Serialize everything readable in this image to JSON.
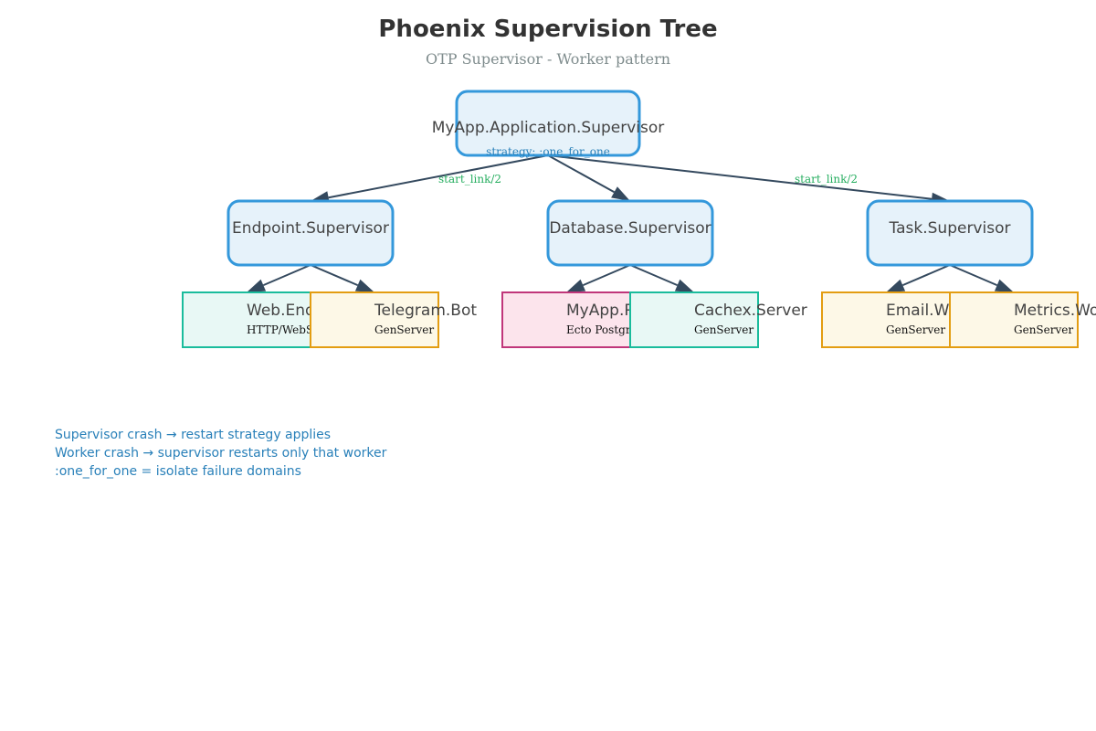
{
  "title": "Phoenix Supervision Tree",
  "subtitle": "OTP Supervisor - Worker pattern",
  "colors": {
    "edge": "#34495e",
    "supervisor_stroke": "#3498db",
    "supervisor_fill": "#e6f2fa",
    "teal_stroke": "#1abc9c",
    "teal_fill": "#e8f8f5",
    "amber_stroke": "#e39d12",
    "amber_fill": "#fdf8e7",
    "magenta_stroke": "#c0367a",
    "magenta_fill": "#fce4ec",
    "edge_label": "#27ae60",
    "note": "#2980b9"
  },
  "root": {
    "label": "MyApp.Application.Supervisor",
    "strategy": "strategy: :one_for_one"
  },
  "supervisors": [
    {
      "label": "Endpoint.Supervisor"
    },
    {
      "label": "Database.Supervisor"
    },
    {
      "label": "Task.Supervisor"
    }
  ],
  "workers": [
    {
      "label": "Web.Endpoint",
      "type": "HTTP/WebSocket",
      "theme": "teal"
    },
    {
      "label": "Telegram.Bot",
      "type": "GenServer",
      "theme": "amber"
    },
    {
      "label": "MyApp.Repo",
      "type": "Ecto Postgres",
      "theme": "magenta"
    },
    {
      "label": "Cachex.Server",
      "type": "GenServer",
      "theme": "teal"
    },
    {
      "label": "Email.Worker",
      "type": "GenServer",
      "theme": "amber"
    },
    {
      "label": "Metrics.Worker",
      "type": "GenServer",
      "theme": "amber"
    }
  ],
  "edge_labels": [
    "start_link/2",
    "start_link/2"
  ],
  "notes": [
    "Supervisor crash → restart strategy applies",
    "Worker crash → supervisor restarts only that worker",
    ":one_for_one = isolate failure domains"
  ]
}
